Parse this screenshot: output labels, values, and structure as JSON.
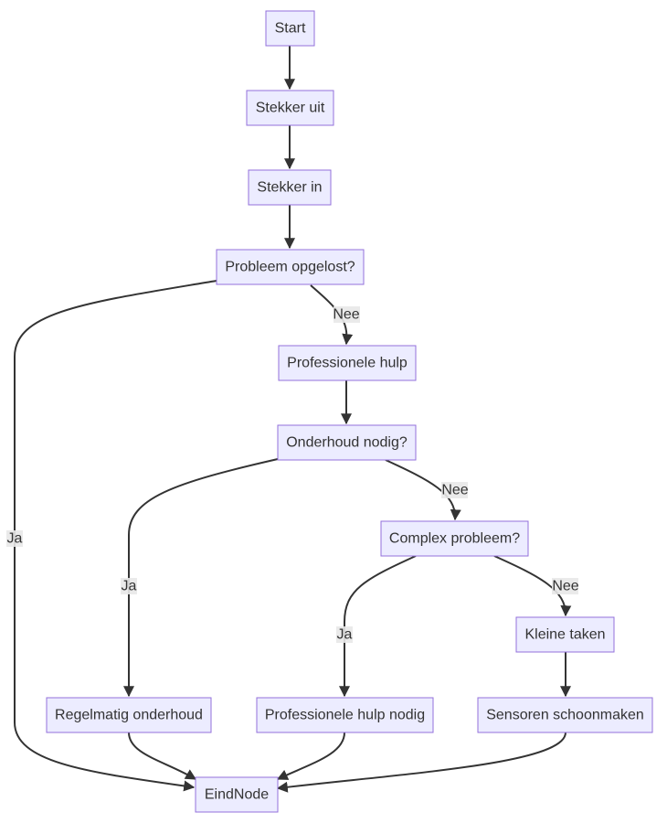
{
  "diagram": {
    "nodes": {
      "start": "Start",
      "stekker_uit": "Stekker uit",
      "stekker_in": "Stekker in",
      "probleem_opgelost": "Probleem opgelost?",
      "professionele_hulp": "Professionele hulp",
      "onderhoud_nodig": "Onderhoud nodig?",
      "complex_probleem": "Complex probleem?",
      "kleine_taken": "Kleine taken",
      "regelmatig_onderhoud": "Regelmatig onderhoud",
      "professionele_hulp_nodig": "Professionele hulp nodig",
      "sensoren_schoonmaken": "Sensoren schoonmaken",
      "eindnode": "EindNode"
    },
    "edges": [
      {
        "from": "Start",
        "to": "Stekker uit",
        "label": ""
      },
      {
        "from": "Stekker uit",
        "to": "Stekker in",
        "label": ""
      },
      {
        "from": "Stekker in",
        "to": "Probleem opgelost?",
        "label": ""
      },
      {
        "from": "Probleem opgelost?",
        "to": "EindNode",
        "label": "Ja"
      },
      {
        "from": "Probleem opgelost?",
        "to": "Professionele hulp",
        "label": "Nee"
      },
      {
        "from": "Professionele hulp",
        "to": "Onderhoud nodig?",
        "label": ""
      },
      {
        "from": "Onderhoud nodig?",
        "to": "Regelmatig onderhoud",
        "label": "Ja"
      },
      {
        "from": "Onderhoud nodig?",
        "to": "Complex probleem?",
        "label": "Nee"
      },
      {
        "from": "Complex probleem?",
        "to": "Professionele hulp nodig",
        "label": "Ja"
      },
      {
        "from": "Complex probleem?",
        "to": "Kleine taken",
        "label": "Nee"
      },
      {
        "from": "Kleine taken",
        "to": "Sensoren schoonmaken",
        "label": ""
      },
      {
        "from": "Regelmatig onderhoud",
        "to": "EindNode",
        "label": ""
      },
      {
        "from": "Professionele hulp nodig",
        "to": "EindNode",
        "label": ""
      },
      {
        "from": "Sensoren schoonmaken",
        "to": "EindNode",
        "label": ""
      }
    ],
    "colors": {
      "node_fill": "#ECECFF",
      "node_stroke": "#9370DB",
      "edge": "#333333",
      "label_bg": "#e8e8e8"
    }
  }
}
